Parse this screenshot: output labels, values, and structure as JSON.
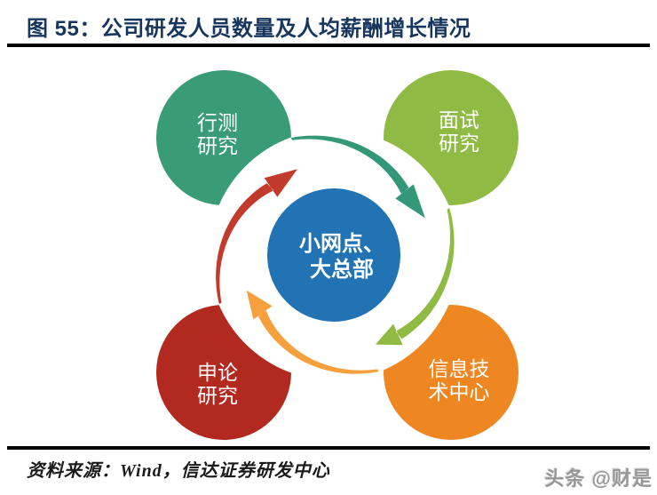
{
  "figure": {
    "title": "图 55：公司研发人员数量及人均薪酬增长情况",
    "source": "资料来源：Wind，信达证券研发中心",
    "watermark": "头条 @财是"
  },
  "diagram": {
    "center": {
      "label": "小网点、\n大总部",
      "color": "#2173b4",
      "text_color": "#ffffff"
    },
    "nodes": [
      {
        "id": "top-left",
        "label": "行测\n研究",
        "color": "#3a9b77"
      },
      {
        "id": "top-right",
        "label": "面试\n研究",
        "color": "#8fbb44"
      },
      {
        "id": "bottom-left",
        "label": "申论\n研究",
        "color": "#b2291f"
      },
      {
        "id": "bottom-right",
        "label": "信息技\n术中心",
        "color": "#ee8722"
      }
    ],
    "arrows": [
      {
        "from": "bottom-left",
        "to": "top-left",
        "color": "#c13a2b"
      },
      {
        "from": "top-left",
        "to": "top-right",
        "color": "#339877"
      },
      {
        "from": "top-right",
        "to": "bottom-right",
        "color": "#8fbb44"
      },
      {
        "from": "bottom-right",
        "to": "bottom-left",
        "color": "#f5a03c"
      }
    ],
    "colors": {
      "title_navy": "#17365d",
      "rule_black": "#000000",
      "background": "#ffffff",
      "watermark_gray": "#979797"
    }
  }
}
